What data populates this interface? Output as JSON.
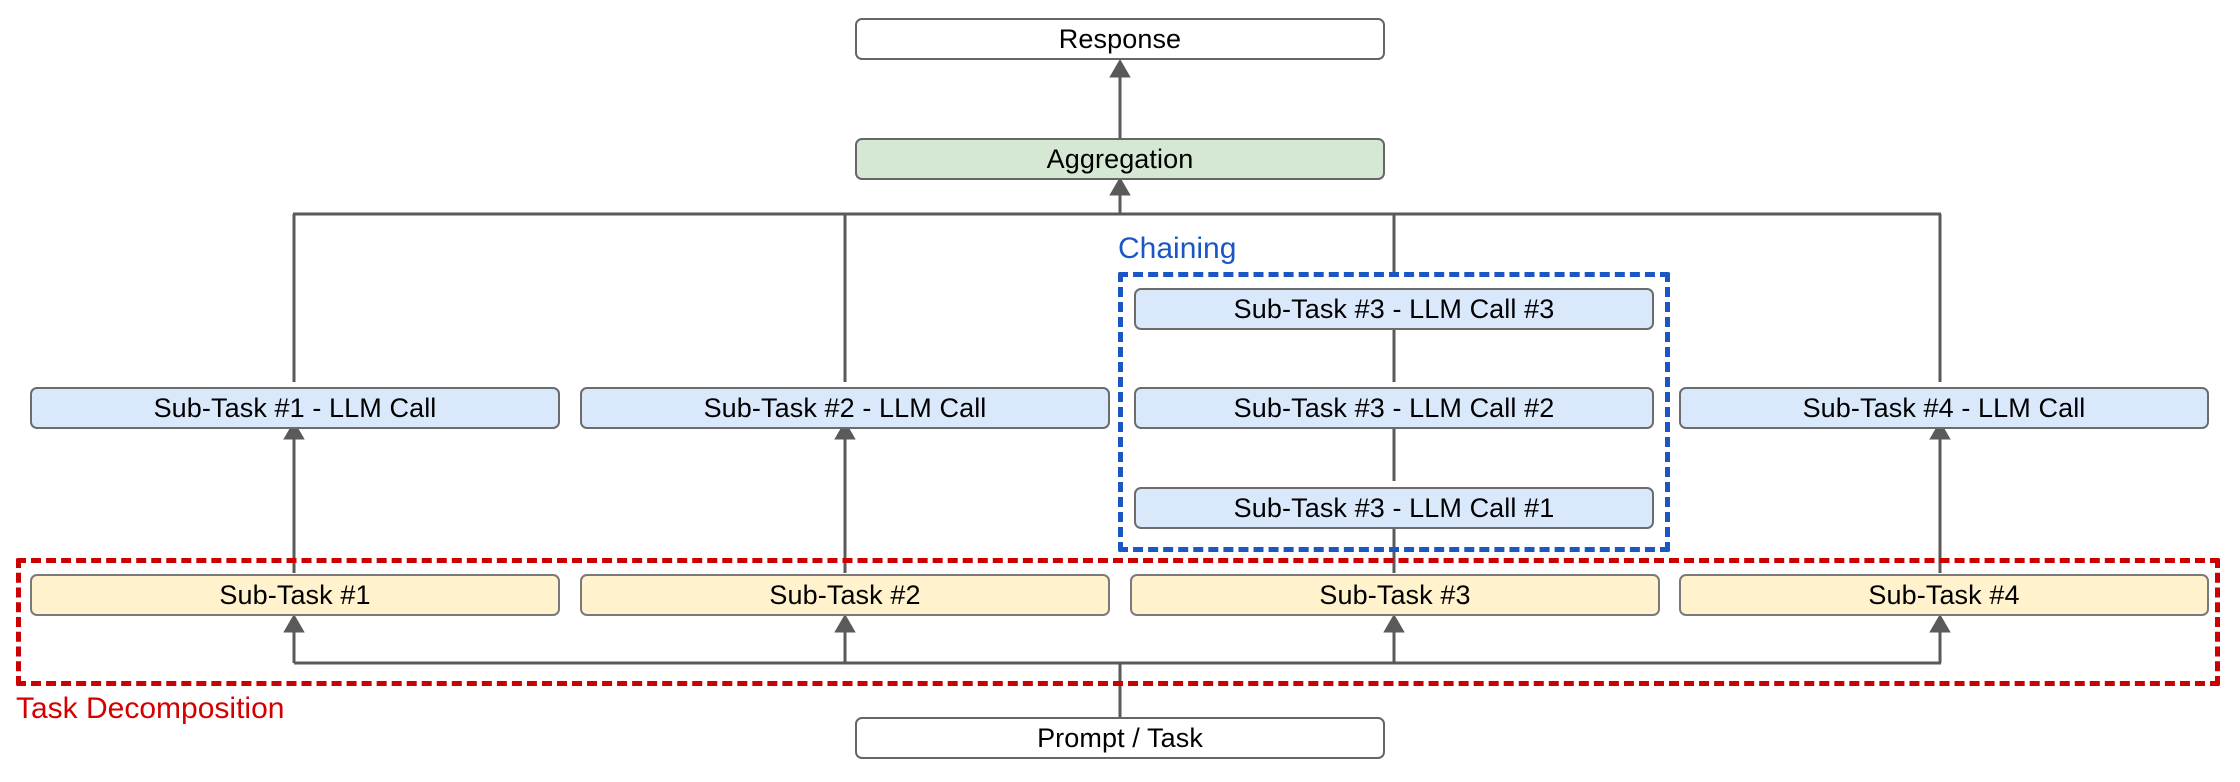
{
  "diagram": {
    "title_nodes": {
      "response": "Response",
      "aggregation": "Aggregation",
      "prompt_task": "Prompt / Task"
    },
    "llm_call_row": [
      {
        "label": "Sub-Task #1 - LLM Call"
      },
      {
        "label": "Sub-Task #2 - LLM Call"
      },
      {
        "label": "Sub-Task #4 - LLM Call"
      }
    ],
    "chaining_stack": [
      {
        "label": "Sub-Task #3 - LLM Call #3"
      },
      {
        "label": "Sub-Task #3 - LLM Call #2"
      },
      {
        "label": "Sub-Task #3 - LLM Call #1"
      }
    ],
    "sub_task_row": [
      {
        "label": "Sub-Task #1"
      },
      {
        "label": "Sub-Task #2"
      },
      {
        "label": "Sub-Task #3"
      },
      {
        "label": "Sub-Task #4"
      }
    ],
    "groups": {
      "chaining": "Chaining",
      "decomposition": "Task Decomposition"
    },
    "colors": {
      "llm_call_fill": "#dae8fc",
      "sub_task_fill": "#fff2cc",
      "aggregation_fill": "#d5e8d4",
      "response_fill": "#ffffff",
      "node_stroke": "#666666",
      "chaining_accent": "#1a56c4",
      "decomposition_accent": "#cc0000",
      "wire": "#5a5a5a"
    }
  }
}
